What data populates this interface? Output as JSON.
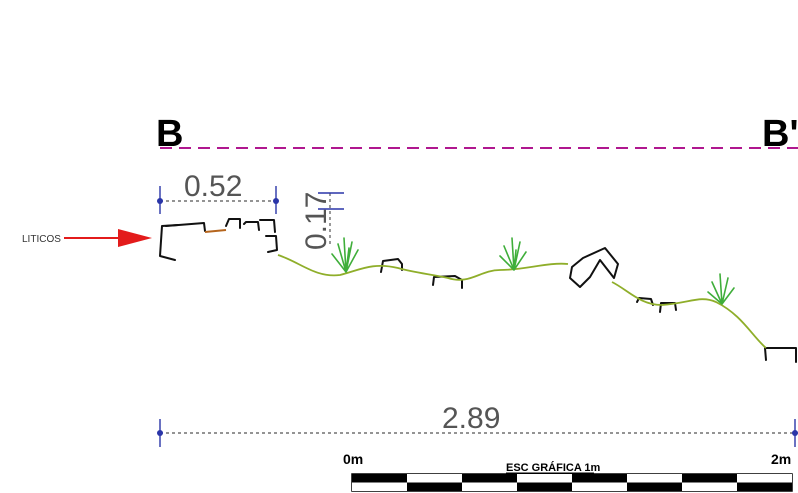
{
  "section": {
    "label_left": "B",
    "label_right": "B'"
  },
  "dimensions": {
    "top_width": "0.52",
    "height": "0.17",
    "total_width": "2.89"
  },
  "annotation": {
    "liticos_label": "LITICOS",
    "arrow_color": "#e31b1b"
  },
  "scale_bar": {
    "start_label": "0m",
    "end_label": "2m",
    "title": "ESC GRÁFICA 1m",
    "segments": 8
  },
  "colors": {
    "section_line": "#b0178f",
    "terrain": "#8fae2a",
    "vegetation": "#3fae3a",
    "dimension_marker": "#2a35a8"
  }
}
